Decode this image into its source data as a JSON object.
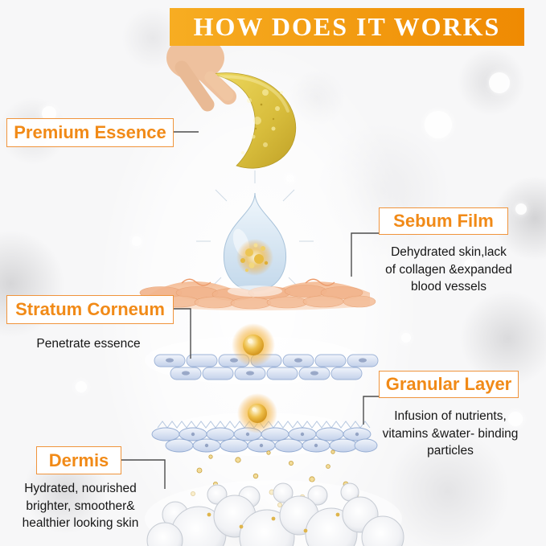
{
  "banner": {
    "title": "HOW DOES IT WORKS"
  },
  "annotations": {
    "premium_essence": {
      "label": "Premium Essence"
    },
    "sebum_film": {
      "label": "Sebum Film",
      "description": "Dehydrated skin,lack\nof collagen &expanded\nblood vessels"
    },
    "stratum_corneum": {
      "label": "Stratum Corneum",
      "description": "Penetrate essence"
    },
    "granular_layer": {
      "label": "Granular Layer",
      "description": "Infusion of nutrients,\nvitamins &water- binding\nparticles"
    },
    "dermis": {
      "label": "Dermis",
      "description": "Hydrated, nourished\nbrighter, smoother&\nhealthier looking skin"
    }
  },
  "colors": {
    "banner_gradient_start": "#f7ad22",
    "banner_gradient_end": "#ef8a02",
    "banner_text": "#ffffff",
    "label_text": "#f18a17",
    "label_border": "#f0943c",
    "description_text": "#161616",
    "patch_gold": "#d9bc3a",
    "essence_glow": "#f0bf4a",
    "cell_blue": "#c7d4ec",
    "sebum_peach": "#f2b48c"
  },
  "illustrations": {
    "hand": "hand-holding-gold-eye-patch",
    "droplet": "essence-droplet-with-gold-particles",
    "sebum_film": "peach-skin-surface-layer",
    "stratum_corneum": "blue-cell-layer-with-glow-orb",
    "granular_layer": "blue-cell-layer-with-glow-orb",
    "dermis": "large-white-cells-with-nutrient-particles"
  }
}
